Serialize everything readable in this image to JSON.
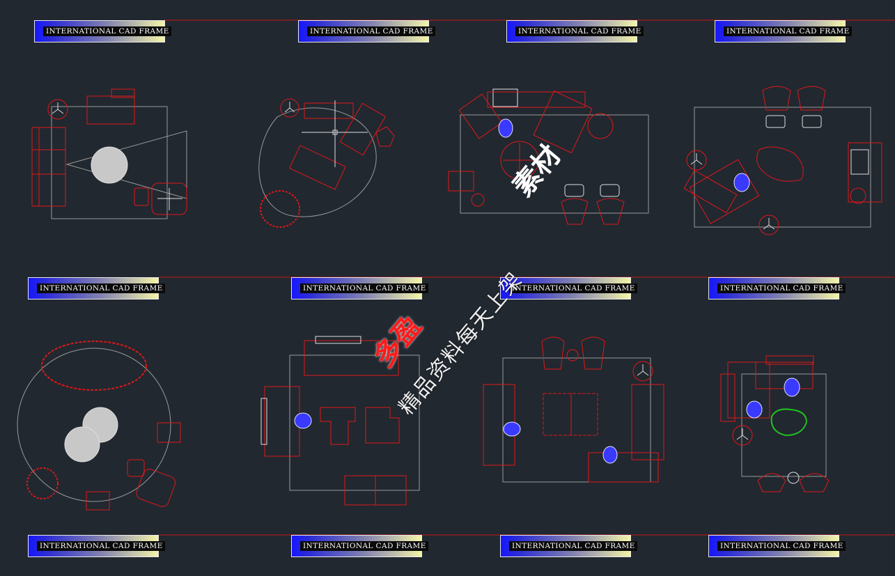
{
  "frame_labels": [
    "INTERNATIONAL CAD FRAME",
    "INTERNATIONAL CAD FRAME",
    "INTERNATIONAL CAD FRAME",
    "INTERNATIONAL CAD FRAME",
    "INTERNATIONAL CAD FRAME",
    "INTERNATIONAL CAD FRAME",
    "INTERNATIONAL CAD FRAME",
    "INTERNATIONAL CAD FRAME",
    "INTERNATIONAL CAD FRAME",
    "INTERNATIONAL CAD FRAME",
    "INTERNATIONAL CAD FRAME",
    "INTERNATIONAL CAD FRAME"
  ],
  "watermark": {
    "red_text": "多盈",
    "en_text": "素材",
    "subtitle": "精品资料每天上架"
  },
  "colors": {
    "background": "#212830",
    "furniture_stroke": "#e01818",
    "room_outline": "#9a9a9a",
    "figure_fill": "#3a3aff",
    "plant_green": "#20c020",
    "frame_line": "#c81818"
  }
}
